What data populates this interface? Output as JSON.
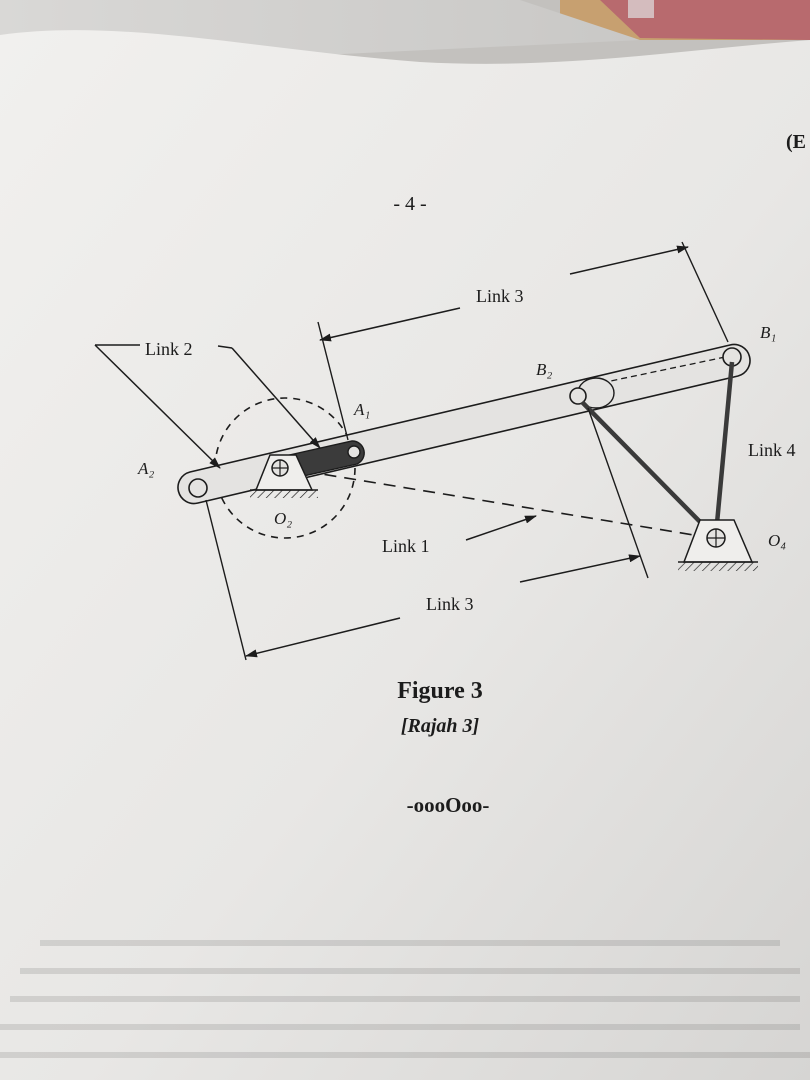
{
  "page_number": "- 4 -",
  "corner_text": "(E",
  "labels": {
    "link2": "Link 2",
    "link3_top": "Link 3",
    "link3_bottom": "Link 3",
    "link1": "Link 1",
    "link4": "Link 4",
    "a1": "A₁",
    "a2": "A₂",
    "b1": "B₁",
    "b2": "B₂",
    "o2": "O₂",
    "o4": "O₄"
  },
  "caption": {
    "title": "Figure 3",
    "subtitle": "[Rajah 3]",
    "end_mark": "-oooOoo-"
  },
  "colors": {
    "paper": "#e9e8e6",
    "ink": "#1c1c1c",
    "background_fabric": "#b86a6e"
  }
}
